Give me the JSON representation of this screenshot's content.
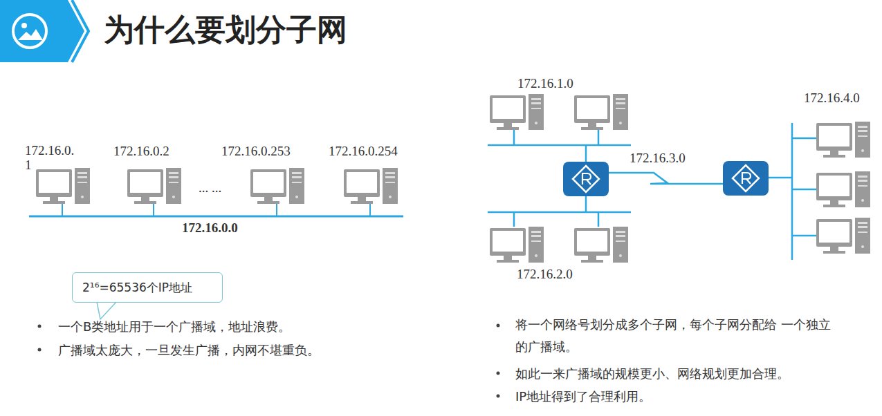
{
  "diagram": {
    "title": "为什么要划分子网",
    "nodes": [
      {
        "text": [
          "2¹⁶=65536个IP地址"
        ]
      }
    ],
    "labels": [
      "172.16.0.1",
      "172.16.0.2",
      "... ...",
      "172.16.0.253",
      "172.16.0.254",
      "172.16.0.0",
      "一个B类地址用于一个广播域，地址浪费。",
      "广播域太庞大，一旦发生广播，内网不堪重负。",
      "172.16.1.0",
      "172.16.4.0",
      "172.16.3.0",
      "172.16.2.0",
      "将一个网络号划分成多个子网，每个子网分配给 一个独立的广播域。",
      "如此一来广播域的规模更小、网络规划更加合理。",
      "IP地址得到了合理利用。"
    ]
  }
}
